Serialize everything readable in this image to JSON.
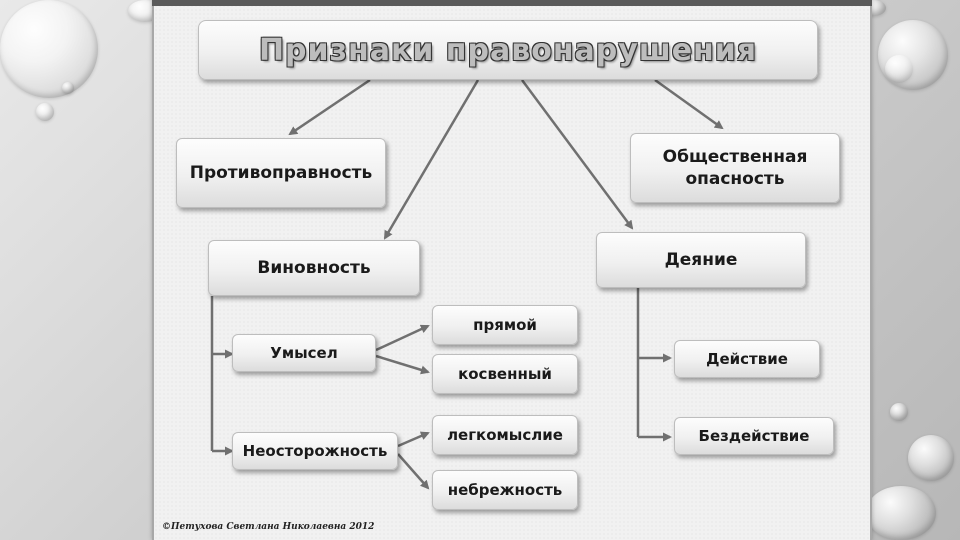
{
  "diagram": {
    "title": "Признаки правонарушения",
    "nodes": {
      "protivopravnost": "Противоправность",
      "obshchestvennaya_opasnost": "Общественная опасность",
      "vinovnost": "Виновность",
      "deyanie": "Деяние",
      "umysel": "Умысел",
      "neostorozhnost": "Неосторожность",
      "pryamoy": "прямой",
      "kosvennyy": "косвенный",
      "legkomyslie": "легкомыслие",
      "nebrezhnost": "небрежность",
      "deystvie": "Действие",
      "bezdeystvie": "Бездействие"
    },
    "copyright": "©Петухова Светлана Николаевна 2012"
  },
  "colors": {
    "box_fill": "#f0f0f0",
    "arrow": "#707070",
    "title_text": "#bdbdbd"
  }
}
